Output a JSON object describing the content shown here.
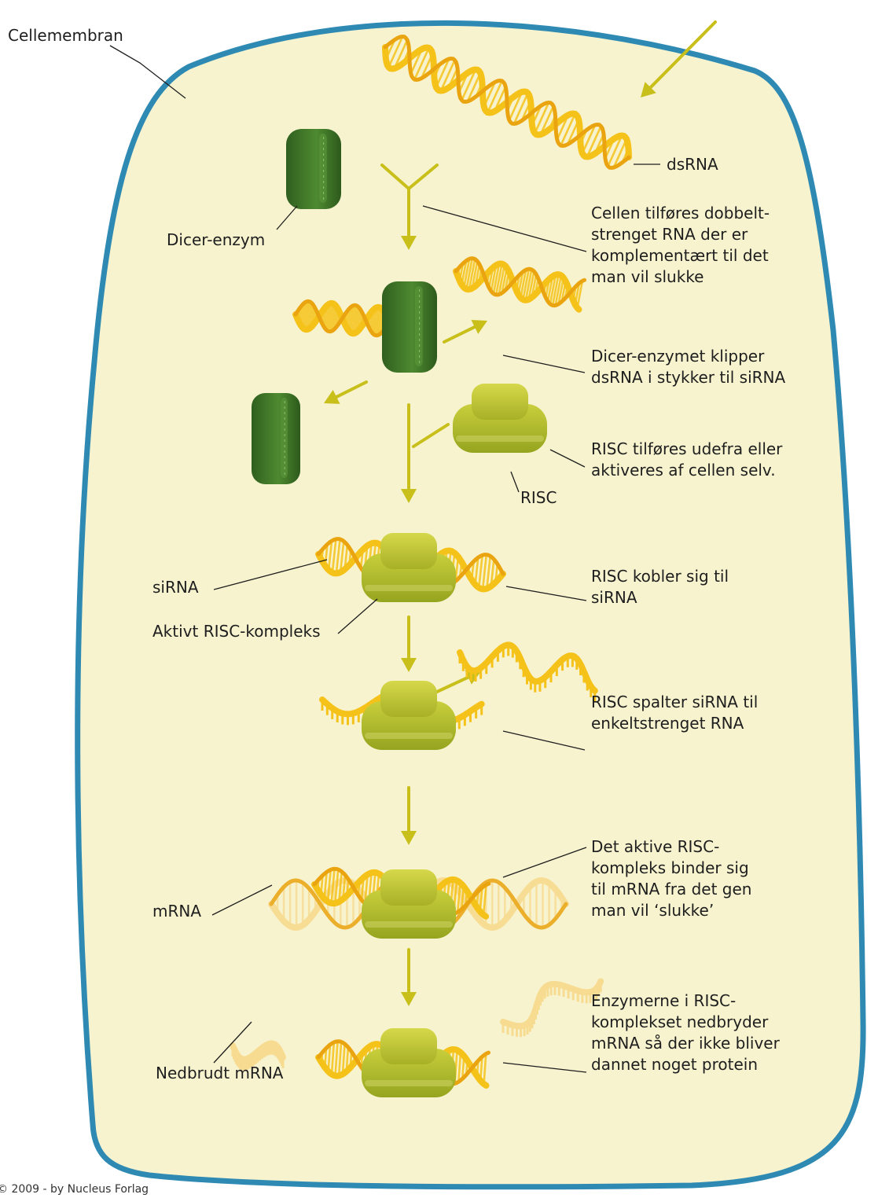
{
  "labels": {
    "cellemembran": "Cellemembran",
    "dsrna": "dsRNA",
    "dicer_enzym": "Dicer-enzym",
    "risc": "RISC",
    "sirna": "siRNA",
    "aktivt_risc": "Aktivt RISC-kompleks",
    "mrna": "mRNA",
    "nedbrudt_mrna": "Nedbrudt mRNA"
  },
  "steps": [
    "Cellen tilføres dobbelt-strenget RNA der er komplementært til det man vil slukke",
    "Dicer-enzymet klipper dsRNA i stykker til siRNA",
    "RISC tilføres udefra eller aktiveres af cellen selv.",
    "RISC kobler sig til siRNA",
    "RISC spalter siRNA til enkeltstrenget RNA",
    "Det aktive RISC-kompleks binder sig til mRNA fra det gen man vil ‘slukke’",
    "Enzymerne i RISC-komplekset nedbryder mRNA så der ikke bliver dannet noget protein"
  ],
  "copyright": "© 2009 - by Nucleus Forlag",
  "colors": {
    "cell_fill": "#f7f3cf",
    "membrane": "#2f8ab3",
    "arrow": "#c8bf1a",
    "rna": "#f5c21a",
    "rna_pale": "#f7d98a",
    "dicer": "#3f7a2a",
    "risc": "#b8c22c"
  }
}
